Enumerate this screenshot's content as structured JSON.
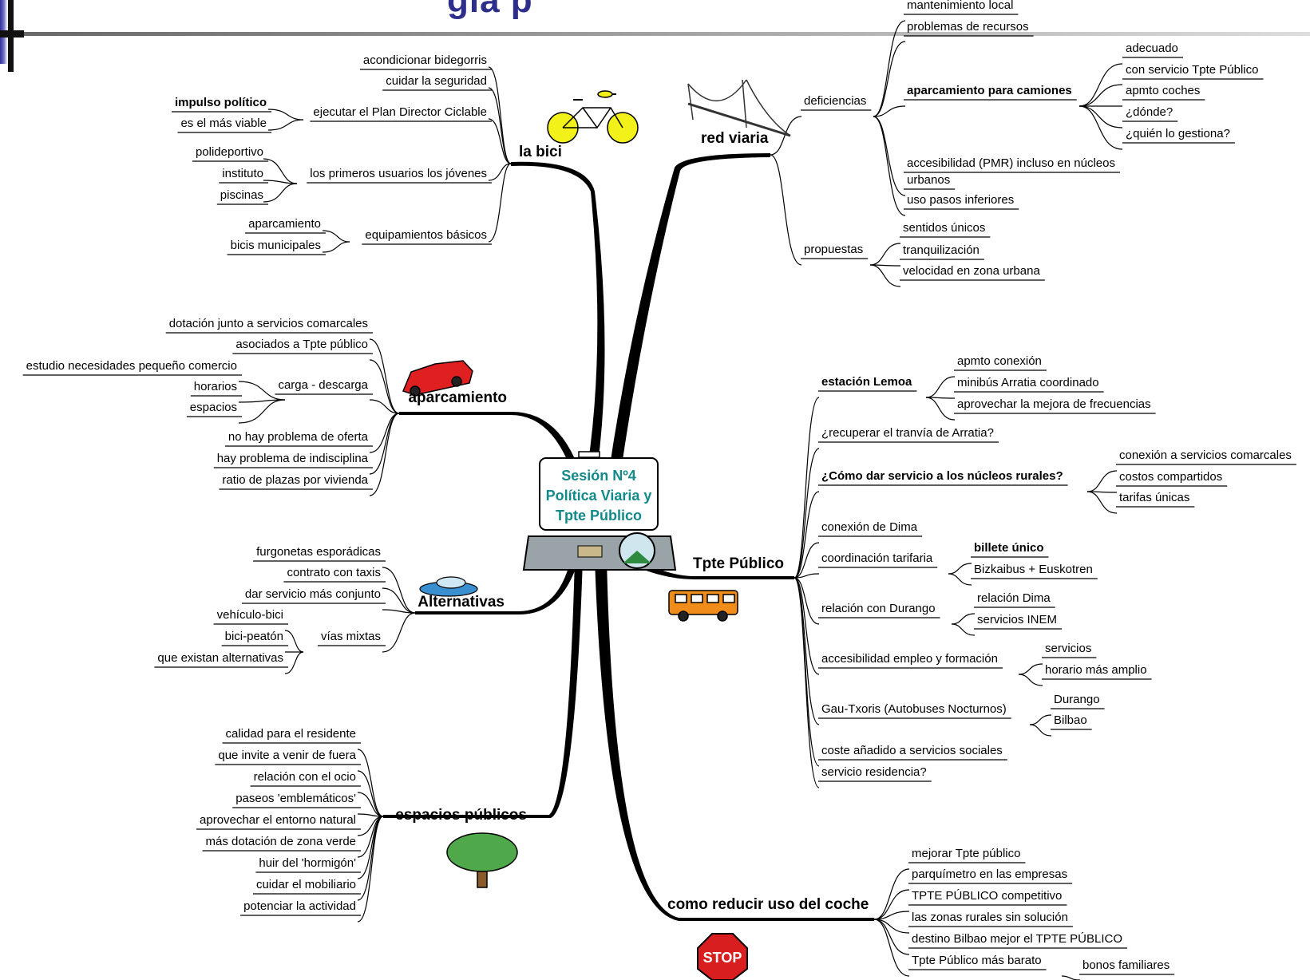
{
  "slide": {
    "partial_title": "gía        p"
  },
  "colors": {
    "accent": "#2e2e8c",
    "center_text": "#128a8a",
    "branch": "#000000"
  },
  "center": {
    "lines": [
      "Sesión Nº4",
      "Política Viaria y",
      "Tpte Público"
    ]
  },
  "bici": {
    "hub": "la bici",
    "items": [
      "acondicionar bidegorris",
      "cuidar la seguridad",
      "ejecutar el Plan Director Ciclable",
      "los primeros usuarios los jóvenes",
      "equipamientos básicos"
    ],
    "plan_sub": [
      "impulso político",
      "es el más viable"
    ],
    "jovenes_sub": [
      "polideportivo",
      "instituto",
      "piscinas"
    ],
    "equip_sub": [
      "aparcamiento",
      "bicis municipales"
    ]
  },
  "red": {
    "hub": "red viaria",
    "deficiencias": "deficiencias",
    "def_items": [
      "mantenimiento local",
      "problemas de recursos",
      "aparcamiento para camiones",
      "accesibilidad (PMR) incluso en núcleos",
      "urbanos",
      "uso pasos inferiores"
    ],
    "camiones_sub": [
      "adecuado",
      "con servicio Tpte Público",
      "apmto coches",
      "¿dónde?",
      "¿quién lo gestiona?"
    ],
    "propuestas": "propuestas",
    "prop_items": [
      "sentidos únicos",
      "tranquilización",
      "velocidad en zona urbana"
    ]
  },
  "aparc": {
    "hub": "aparcamiento",
    "items": [
      "dotación junto a servicios comarcales",
      "asociados a Tpte público",
      "carga - descarga",
      "no hay problema de oferta",
      "hay problema de indisciplina",
      "ratio de plazas por vivienda"
    ],
    "carga_sub": [
      "estudio necesidades pequeño comercio",
      "horarios",
      "espacios"
    ]
  },
  "alt": {
    "hub": "Alternativas",
    "items": [
      "furgonetas esporádicas",
      "contrato con taxis",
      "dar servicio más conjunto",
      "vías mixtas"
    ],
    "mixtas_sub": [
      "vehículo-bici",
      "bici-peatón",
      "que existan alternativas"
    ]
  },
  "esp": {
    "hub": "espacios públicos",
    "items": [
      "calidad para el residente",
      "que invite a venir de fuera",
      "relación con el ocio",
      "paseos 'emblemáticos'",
      "aprovechar el entorno natural",
      "más dotación de zona verde",
      "huir del 'hormigón'",
      "cuidar el mobiliario",
      "potenciar la actividad"
    ]
  },
  "tpte": {
    "hub": "Tpte Público",
    "items": [
      "estación Lemoa",
      "¿recuperar el tranvía de Arratia?",
      "¿Cómo dar servicio a los núcleos rurales?",
      "conexión de Dima",
      "coordinación tarifaria",
      "relación con Durango",
      "accesibilidad empleo y formación",
      "Gau-Txoris (Autobuses Nocturnos)",
      "coste añadido a servicios  sociales",
      "servicio residencia?"
    ],
    "lemoa_sub": [
      "apmto conexión",
      "minibús Arratia coordinado",
      "aprovechar la mejora de frecuencias"
    ],
    "rural_sub": [
      "conexión a servicios comarcales",
      "costos compartidos",
      "tarifas únicas"
    ],
    "tarif_sub": [
      "billete único",
      "Bizkaibus + Euskotren"
    ],
    "durango_sub": [
      "relación Dima",
      "servicios INEM"
    ],
    "empleo_sub": [
      "servicios",
      "horario más amplio"
    ],
    "gau_sub": [
      "Durango",
      "Bilbao"
    ]
  },
  "coche": {
    "hub": "como reducir uso del coche",
    "items": [
      "mejorar Tpte público",
      "parquímetro en las empresas",
      "TPTE PÚBLICO competitivo",
      "las  zonas rurales sin  solución",
      "destino Bilbao mejor el TPTE PÚBLICO",
      "Tpte Público más barato"
    ],
    "barato_sub": [
      "bonos familiares"
    ],
    "stop_sign": "STOP"
  }
}
